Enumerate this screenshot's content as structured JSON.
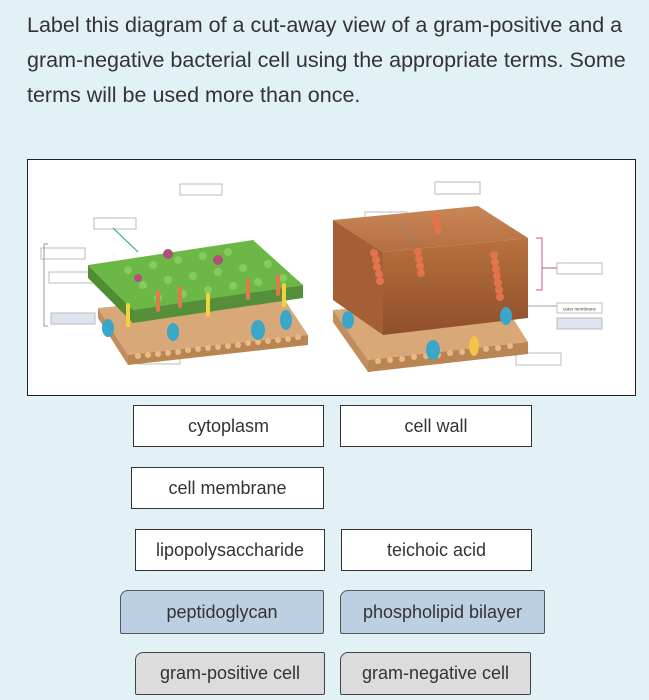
{
  "question": {
    "text": "Label this diagram of a cut-away view of a gram-positive and a gram-negative bacterial cell using the appropriate terms.  Some terms will be used more than once."
  },
  "diagram": {
    "small_label": "outer membrane",
    "colors": {
      "peptidoglycan_green": "#5aa83a",
      "bilayer_tan": "#d9a878",
      "protein_blue": "#3aa6c8",
      "teichoic_orange": "#e2734a",
      "outer_box": "#b46a40"
    }
  },
  "terms": {
    "cytoplasm": "cytoplasm",
    "cell_wall": "cell wall",
    "cell_membrane": "cell membrane",
    "lipopolysaccharide": "lipopolysaccharide",
    "teichoic_acid": "teichoic acid",
    "peptidoglycan": "peptidoglycan",
    "phospholipid_bilayer": "phospholipid bilayer",
    "gram_positive_cell": "gram-positive cell",
    "gram_negative_cell": "gram-negative cell"
  }
}
